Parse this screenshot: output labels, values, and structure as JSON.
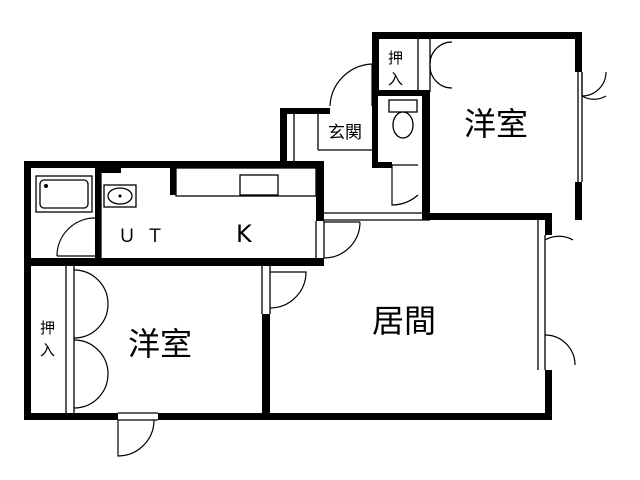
{
  "labels": {
    "western_room_top": "洋室",
    "western_room_left": "洋室",
    "living": "居間",
    "kitchen": "K",
    "unit_toilet": "ＵＴ",
    "entrance": "玄関",
    "closet_top_1": "押",
    "closet_top_2": "入",
    "closet_left_1": "押",
    "closet_left_2": "入"
  }
}
